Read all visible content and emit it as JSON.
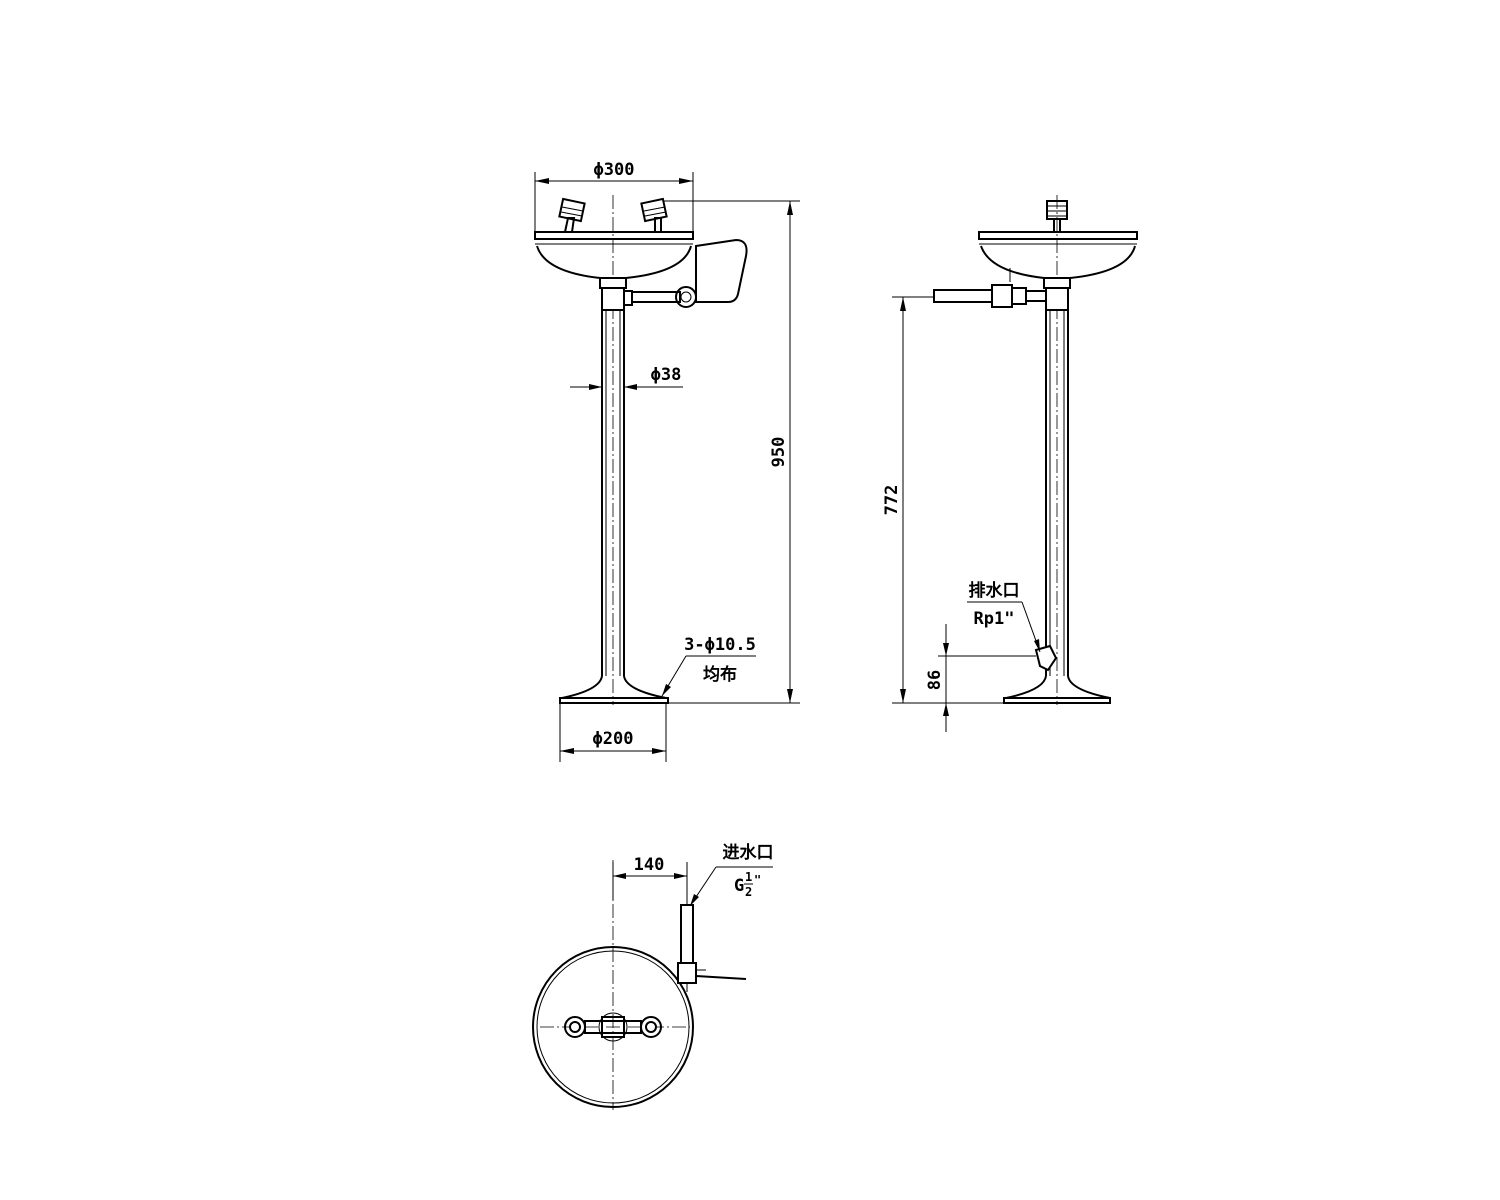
{
  "front_view": {
    "basin_diameter": "ϕ300",
    "pipe_diameter": "ϕ38",
    "overall_height": "950",
    "base_holes": "3-ϕ10.5",
    "base_holes_note": "均布",
    "base_diameter": "ϕ200"
  },
  "side_view": {
    "inlet_height": "772",
    "drain_label": "排水口",
    "drain_thread": "Rp1\"",
    "drain_height": "86"
  },
  "top_view": {
    "offset": "140",
    "inlet_label": "进水口",
    "inlet_thread_prefix": "G",
    "inlet_thread_num": "1",
    "inlet_thread_den": "2",
    "inlet_thread_suffix": "\""
  }
}
